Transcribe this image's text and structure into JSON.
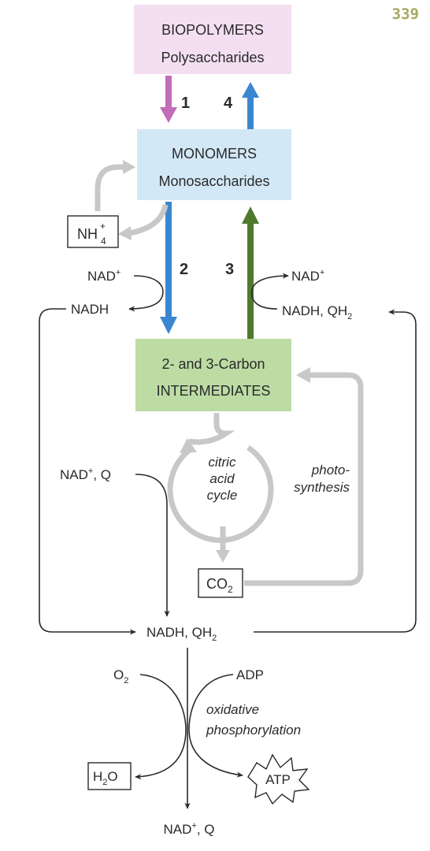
{
  "page_number": "339",
  "boxes": {
    "biopolymers": {
      "title": "BIOPOLYMERS",
      "subtitle": "Polysaccharides",
      "color": "#f3dff1"
    },
    "monomers": {
      "title": "MONOMERS",
      "subtitle": "Monosaccharides",
      "color": "#d3e8f7"
    },
    "intermediates": {
      "title": "2- and 3-Carbon",
      "subtitle": "INTERMEDIATES",
      "color": "#bcdca4"
    }
  },
  "steps": {
    "one": "1",
    "two": "2",
    "three": "3",
    "four": "4"
  },
  "labels": {
    "nh4_base": "NH",
    "nh4_sup": "+",
    "nh4_sub": "4",
    "nad_left": "NAD",
    "nad_left_sup": "+",
    "nadh_left": "NADH",
    "nad_right": "NAD",
    "nad_right_sup": "+",
    "nadh_right": "NADH, QH",
    "nadh_right_sub": "2",
    "cycle_l1": "citric",
    "cycle_l2": "acid",
    "cycle_l3": "cycle",
    "photo_l1": "photo-",
    "photo_l2": "synthesis",
    "nadq_in": "NAD",
    "nadq_in_sup": "+",
    "nadq_in_rest": ", Q",
    "co2_base": "CO",
    "co2_sub": "2",
    "nadh_bottom": "NADH, QH",
    "nadh_bottom_sub": "2",
    "o2_base": "O",
    "o2_sub": "2",
    "adp": "ADP",
    "ox_l1": "oxidative",
    "ox_l2": "phosphorylation",
    "h2o_a": "H",
    "h2o_sub": "2",
    "h2o_b": "O",
    "atp": "ATP",
    "nadq_out": "NAD",
    "nadq_out_sup": "+",
    "nadq_out_rest": ", Q"
  },
  "colors": {
    "step1_arrow": "#c26db7",
    "step2_arrow": "#3a86d1",
    "step3_arrow": "#4f7a2e",
    "step4_arrow": "#3a86d1",
    "gray_arrow": "#c8c8c8",
    "line": "#2a2a2a",
    "page_number": "#a7a862"
  }
}
